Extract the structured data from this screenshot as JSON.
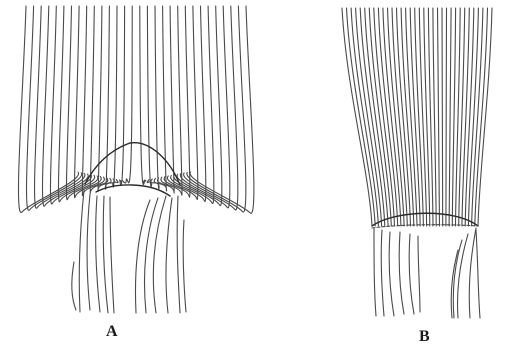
{
  "figure": {
    "panels": [
      {
        "id": "A",
        "label": "A"
      },
      {
        "id": "B",
        "label": "B"
      }
    ],
    "ink_color": "#4a4a4a",
    "background_color": "#ffffff"
  }
}
